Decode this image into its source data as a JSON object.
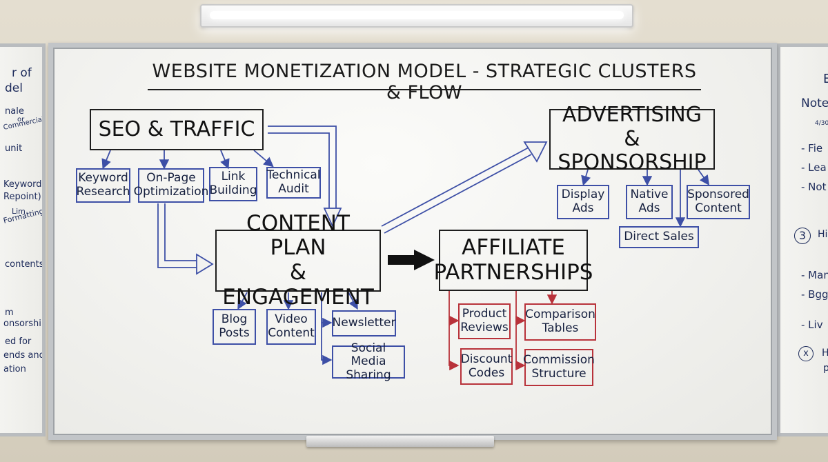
{
  "title": "WEBSITE MONETIZATION MODEL - STRATEGIC CLUSTERS & FLOW",
  "hubs": {
    "seo": "SEO & TRAFFIC",
    "advertising": "ADVERTISING\n& SPONSORSHIP",
    "content": "CONTENT PLAN\n& ENGAGEMENT",
    "affiliate": "AFFILIATE\nPARTNERSHIPS"
  },
  "seo_items": [
    "Keyword\nResearch",
    "On-Page\nOptimization",
    "Link\nBuilding",
    "Technical\nAudit"
  ],
  "advertising_items": [
    "Display\nAds",
    "Native\nAds",
    "Sponsored\nContent",
    "Direct Sales"
  ],
  "content_items": [
    "Blog\nPosts",
    "Video\nContent",
    "Newsletter",
    "Social Media\nSharing"
  ],
  "affiliate_items": [
    "Product\nReviews",
    "Comparison\nTables",
    "Discount\nCodes",
    "Commission\nStructure"
  ],
  "left_board_fragments": [
    "r of",
    "del",
    "nale",
    "or",
    "Commercialized",
    "unit",
    "Keyword",
    "Repoint)",
    "Lim",
    "Formatting",
    "contents",
    "m",
    "onsorship)",
    "ed for",
    "ends and",
    "ation"
  ],
  "right_board_fragments": [
    "E",
    "Note",
    "4/30",
    "- Fie",
    "- Lea",
    "- Not",
    "3",
    "Hi",
    "- Man",
    "- Bgg",
    "- Liv",
    "x",
    "Hi",
    "p"
  ],
  "colors": {
    "blue": "#3d4fa6",
    "red": "#b8323a",
    "black": "#1e1e1e"
  }
}
